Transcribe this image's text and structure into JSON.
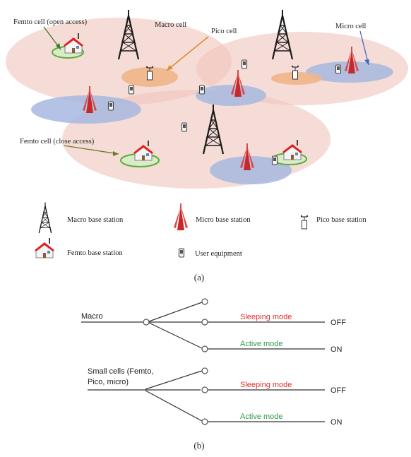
{
  "panel_a": {
    "cell_labels": {
      "femto_open": "Femto cell (open access)",
      "macro": "Macro cell",
      "pico": "Pico cell",
      "micro": "Micro cell",
      "femto_close": "Femto cell (close access)"
    },
    "legend": {
      "macro_bs": "Macro base station",
      "micro_bs": "Micro base station",
      "pico_bs": "Pico base station",
      "femto_bs": "Femto base station",
      "ue": "User equipment"
    },
    "caption": "(a)"
  },
  "panel_b": {
    "macro_label": "Macro",
    "small_label_line1": "Small cells (Femto,",
    "small_label_line2": "Pico, micro)",
    "sleeping": "Sleeping mode",
    "active": "Active mode",
    "off": "OFF",
    "on": "ON",
    "caption": "(b)",
    "colors": {
      "sleeping": "#e0302a",
      "active": "#2e9a44"
    }
  }
}
